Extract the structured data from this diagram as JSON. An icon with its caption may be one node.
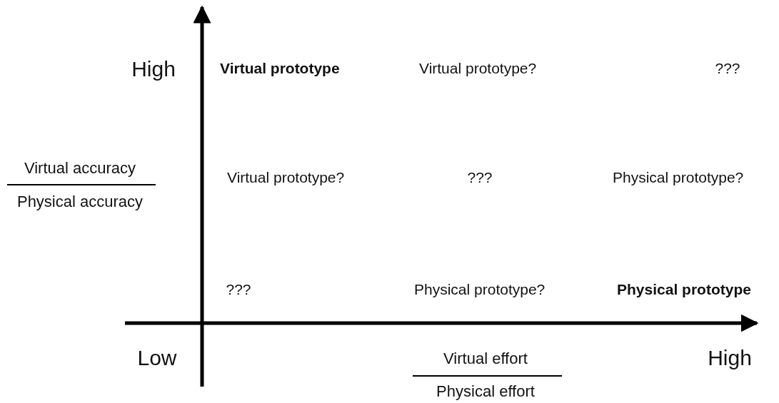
{
  "diagram": {
    "labels": [
      "High",
      "Virtual prototype",
      "Virtual prototype?",
      "???",
      "Virtual accuracy",
      "Virtual prototype?",
      "???",
      "Physical prototype?",
      "Physical accuracy",
      "???",
      "Physical prototype?",
      "Physical prototype",
      "Low",
      "Virtual effort",
      "High",
      "Physical effort"
    ]
  }
}
